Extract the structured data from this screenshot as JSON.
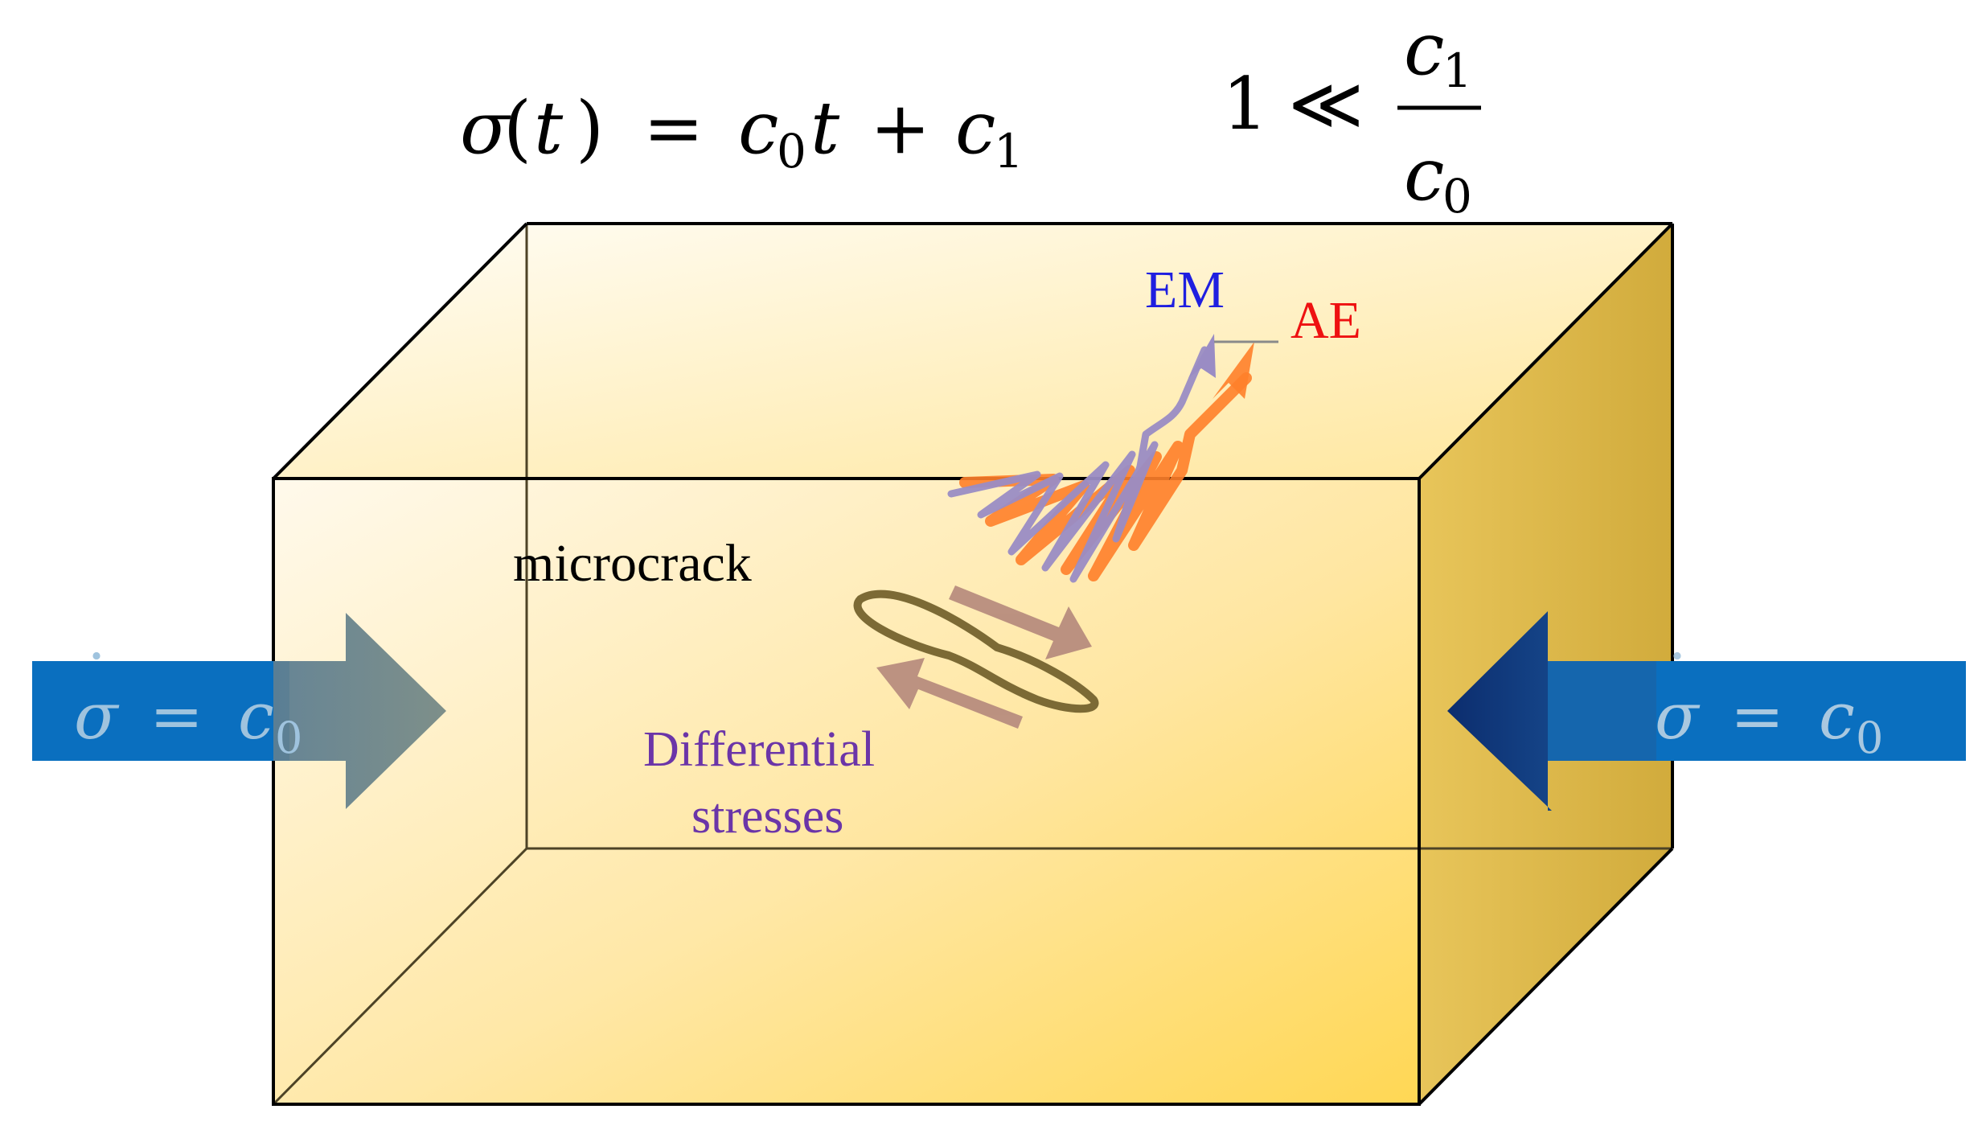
{
  "equation": {
    "sigma": "σ",
    "open_paren": "(",
    "t": "t",
    "close_paren": ")",
    "equals": "=",
    "c": "c",
    "sub0": "0",
    "t2": "t",
    "plus": "+",
    "c1": "c",
    "sub1": "1"
  },
  "inequality": {
    "one": "1",
    "much_less": "≪",
    "num_c": "c",
    "num_sub": "1",
    "den_c": "c",
    "den_sub": "0"
  },
  "labels": {
    "em": "EM",
    "ae": "AE",
    "microcrack": "microcrack",
    "differential_line1": "Differential",
    "differential_line2": "stresses"
  },
  "rate_labels": {
    "left": {
      "sigma": "σ",
      "dot": "˙",
      "equals": "=",
      "c": "c",
      "sub": "0"
    },
    "right": {
      "sigma": "σ",
      "dot": "˙",
      "equals": "=",
      "c": "c",
      "sub": "0"
    }
  },
  "colors": {
    "em": "#1f1fe0",
    "ae": "#ee1111",
    "differential": "#6b35a8",
    "bar": "#0a67b7",
    "block_front_light": "#fff7e0",
    "block_front_dark": "#ffd24a",
    "block_side": "#d9b443"
  }
}
